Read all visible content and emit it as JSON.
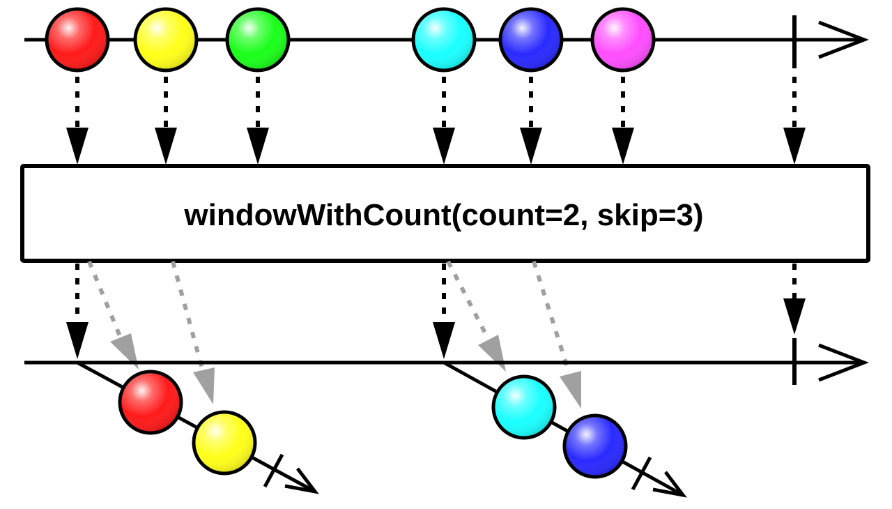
{
  "operator": {
    "label": "windowWithCount(count=2, skip=3)"
  },
  "colors": {
    "red": "#ff1a1a",
    "yellow": "#ffff1a",
    "green": "#1aff1a",
    "cyan": "#1affff",
    "blue": "#2a2aff",
    "magenta": "#ff4dff",
    "line": "#000000",
    "gray_arrow": "#a0a0a0",
    "box_fill": "#ffffff"
  },
  "source_stream": {
    "items": [
      {
        "name": "red-marble",
        "color": "red"
      },
      {
        "name": "yellow-marble",
        "color": "yellow"
      },
      {
        "name": "green-marble",
        "color": "green"
      },
      {
        "name": "cyan-marble",
        "color": "cyan"
      },
      {
        "name": "blue-marble",
        "color": "blue"
      },
      {
        "name": "magenta-marble",
        "color": "magenta"
      }
    ],
    "completed": true
  },
  "result_stream": {
    "windows": [
      {
        "name": "window-1",
        "items": [
          "red",
          "yellow"
        ],
        "completed": true
      },
      {
        "name": "window-2",
        "items": [
          "cyan",
          "blue"
        ],
        "completed": true
      }
    ],
    "completed": true
  }
}
